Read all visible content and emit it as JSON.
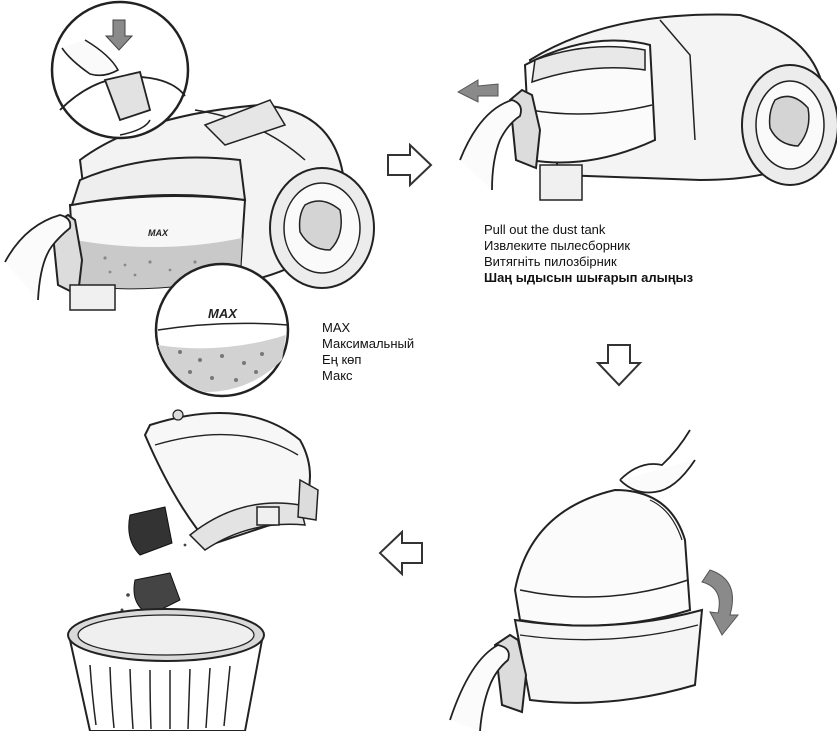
{
  "instructions": {
    "pull_out": [
      "Pull out the dust tank",
      "Извлеките пылесборник",
      "Витягніть пилозбірник",
      "Шаң ыдысын шығарып алыңыз"
    ],
    "max_label": [
      "MAX",
      "Максимальный",
      "Ең көп",
      "Макс"
    ]
  },
  "embossed": {
    "tank_max": "MAX",
    "magnifier_max": "MAX"
  },
  "colors": {
    "line": "#222222",
    "shade_light": "#e6e6e6",
    "shade_mid": "#bdbdbd",
    "arrow_gray": "#8a8a8a",
    "debris": "#333333"
  },
  "icons": {
    "step_arrows": [
      "right-outline-arrow",
      "down-outline-arrow",
      "left-outline-arrow"
    ],
    "motion_arrows": [
      "pull-left-arrow",
      "rotate-curved-arrow"
    ]
  }
}
